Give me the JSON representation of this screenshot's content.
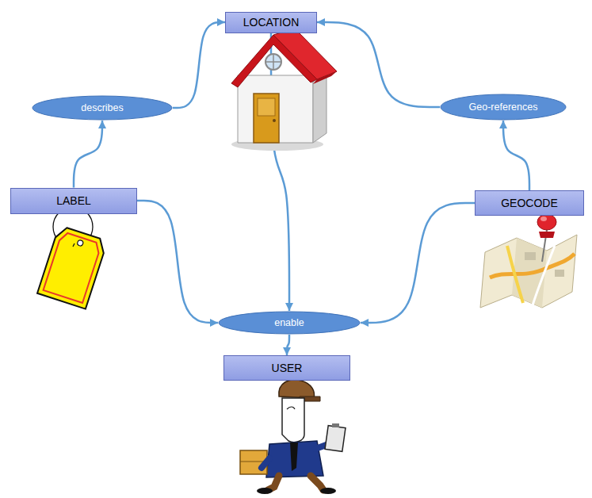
{
  "diagram": {
    "nodes": [
      {
        "text": [
          "LOCATION"
        ]
      },
      {
        "text": [
          "describes"
        ]
      },
      {
        "text": [
          "Geo-references"
        ]
      },
      {
        "text": [
          "LABEL"
        ]
      },
      {
        "text": [
          "GEOCODE"
        ]
      },
      {
        "text": [
          "enable"
        ]
      },
      {
        "text": [
          "USER"
        ]
      }
    ],
    "edges": [
      {
        "from": 3,
        "to": 1,
        "arrow": "to"
      },
      {
        "from": 1,
        "to": 0,
        "arrow": "to"
      },
      {
        "from": 4,
        "to": 2,
        "arrow": "to"
      },
      {
        "from": 2,
        "to": 0,
        "arrow": "to"
      },
      {
        "from": 0,
        "to": 5,
        "arrow": "to"
      },
      {
        "from": 3,
        "to": 5,
        "arrow": "to"
      },
      {
        "from": 4,
        "to": 5,
        "arrow": "to"
      },
      {
        "from": 5,
        "to": 6,
        "arrow": "to"
      }
    ]
  }
}
